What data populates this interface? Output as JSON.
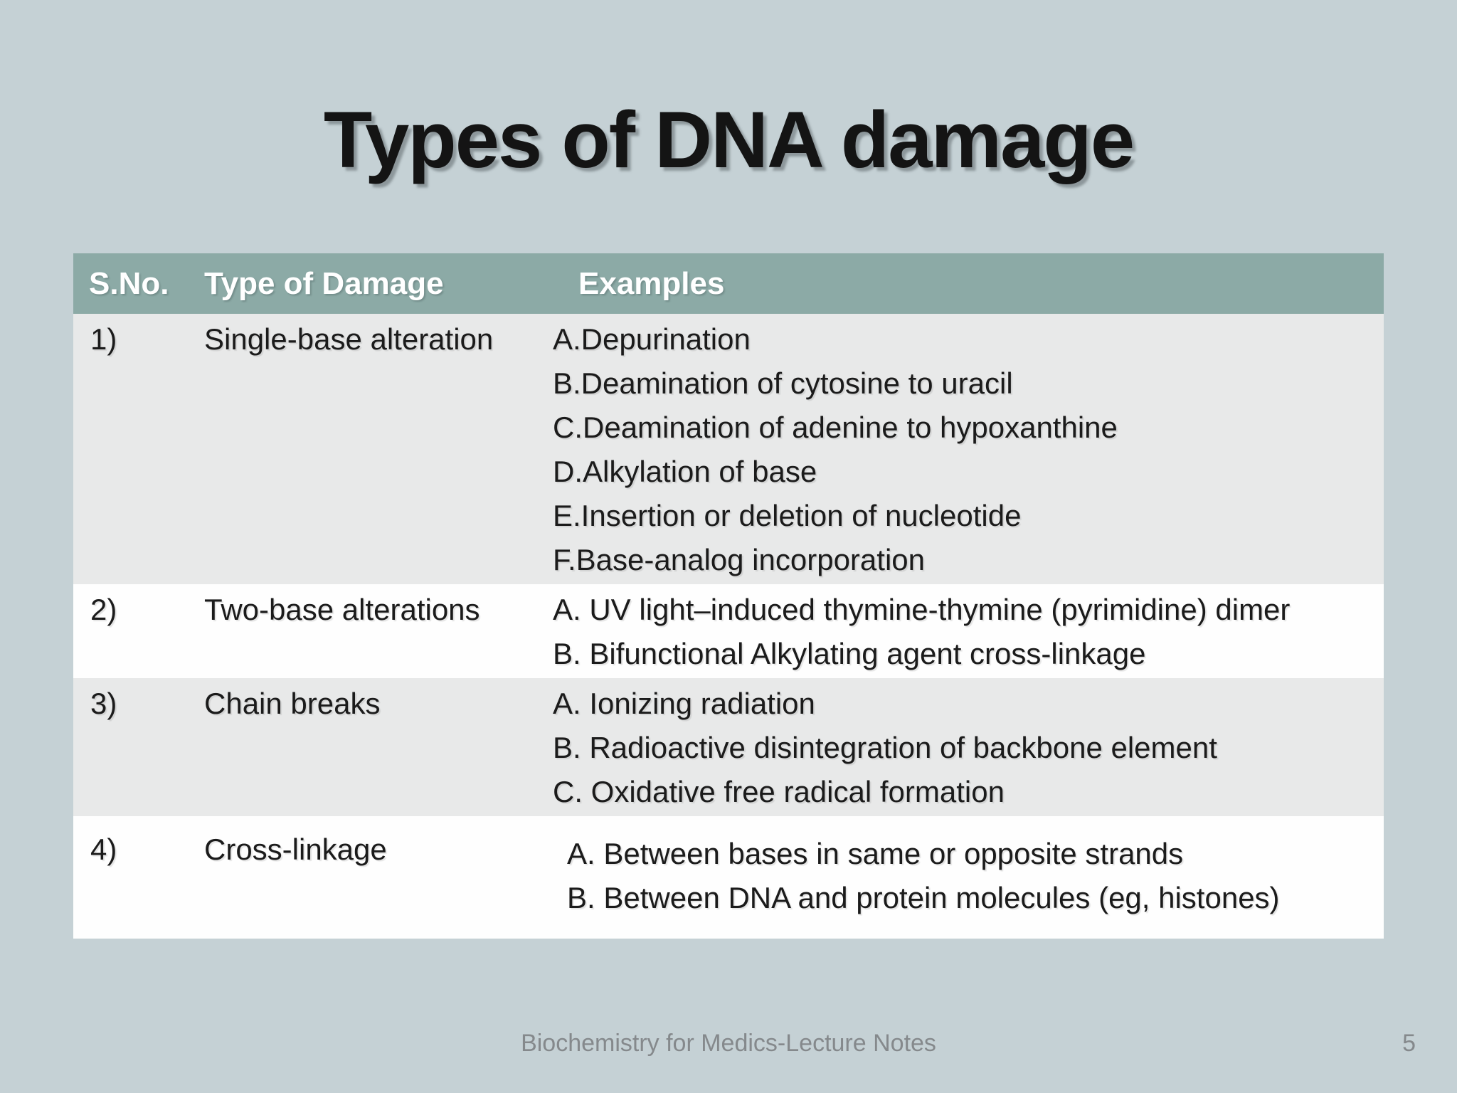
{
  "title": {
    "text": "Types of DNA damage"
  },
  "table": {
    "headers": [
      "S.No.",
      "Type of Damage",
      "Examples"
    ],
    "rows": [
      {
        "sno": "1)",
        "type": "Single-base alteration",
        "examples": [
          "A.Depurination",
          "B.Deamination of cytosine to uracil",
          "C.Deamination of adenine to hypoxanthine",
          "D.Alkylation of base",
          "E.Insertion or deletion of nucleotide",
          "F.Base-analog incorporation"
        ]
      },
      {
        "sno": "2)",
        "type": "Two-base alterations",
        "examples": [
          "A. UV light–induced thymine-thymine (pyrimidine) dimer",
          "B. Bifunctional Alkylating agent cross-linkage"
        ]
      },
      {
        "sno": "3)",
        "type": "Chain breaks",
        "examples": [
          "A. Ionizing radiation",
          "B. Radioactive disintegration of backbone element",
          "C. Oxidative free radical formation"
        ]
      },
      {
        "sno": "4)",
        "type": "Cross-linkage",
        "examples": [
          "A. Between bases in same or opposite strands",
          "B. Between DNA and protein molecules (eg, histones)"
        ]
      }
    ]
  },
  "footer": {
    "text": "Biochemistry for Medics-Lecture Notes",
    "page": "5"
  },
  "colors": {
    "background": "#c5d1d5",
    "header_bg": "#8caaa6",
    "row_alt_bg": "#e8e9e9",
    "row_bg": "#fefefe",
    "text_color": "#1b1b1b",
    "title_color": "#141414",
    "footer_text_color": "#85898c"
  }
}
